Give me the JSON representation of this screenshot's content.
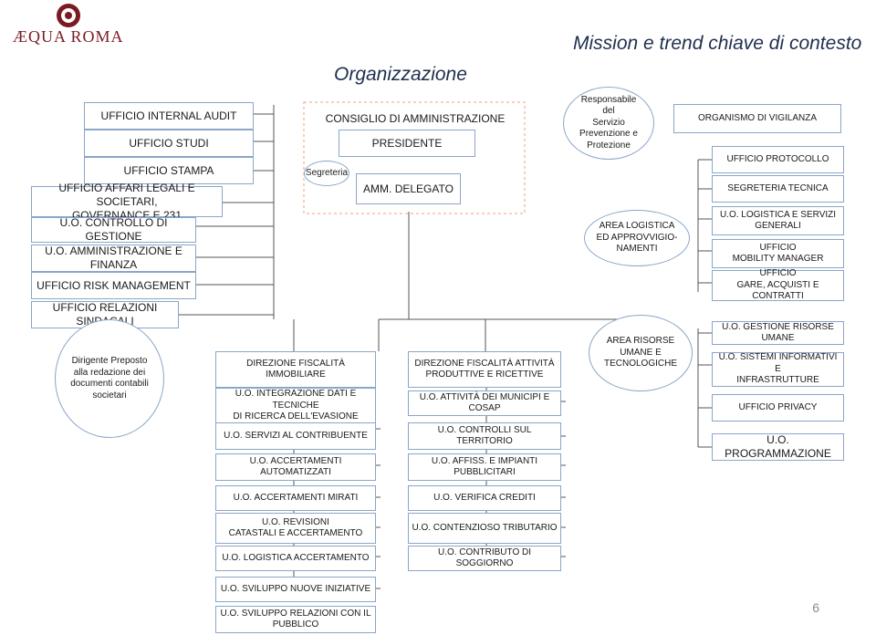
{
  "logo": {
    "text": "ÆQUA ROMA",
    "mark": "rose-emblem",
    "color": "#7a1a22"
  },
  "titles": {
    "main": "Mission e trend chiave di contesto",
    "org": "Organizzazione"
  },
  "left": {
    "audit": "UFFICIO INTERNAL AUDIT",
    "studi": "UFFICIO STUDI",
    "stampa": "UFFICIO STAMPA",
    "affari": "UFFICIO AFFARI LEGALI E SOCIETARI,\nGOVERNANCE E 231",
    "controllo": "U.O. CONTROLLO DI GESTIONE",
    "amministrazione": "U.O. AMMINISTRAZIONE E FINANZA",
    "risk": "UFFICIO RISK MANAGEMENT",
    "relazioni": "UFFICIO RELAZIONI SINDACALI"
  },
  "center": {
    "consiglio": "CONSIGLIO DI AMMINISTRAZIONE",
    "presidente": "PRESIDENTE",
    "segreteria": "Segreteria",
    "amm_delegato": "AMM. DELEGATO",
    "responsabile": "Responsabile\ndel\nServizio\nPrevenzione e\nProtezione",
    "area_logistica": "AREA LOGISTICA\nED APPROVVIGIO-\nNAMENTI",
    "area_risorse": "AREA RISORSE\nUMANE E\nTECNOLOGICHE",
    "dirigente": "Dirigente Preposto\nalla redazione dei\ndocumenti contabili\nsocietari"
  },
  "right": {
    "vigilanza": "ORGANISMO DI VIGILANZA",
    "protocollo": "UFFICIO PROTOCOLLO",
    "segreteria_tecnica": "SEGRETERIA TECNICA",
    "logistica_servizi": "U.O. LOGISTICA E SERVIZI\nGENERALI",
    "mobility": "UFFICIO\nMOBILITY MANAGER",
    "gare": "UFFICIO\nGARE, ACQUISTI E CONTRATTI",
    "risorse_umane": "U.O. GESTIONE RISORSE UMANE",
    "sistemi": "U.O. SISTEMI INFORMATIVI E\nINFRASTRUTTURE",
    "privacy": "UFFICIO PRIVACY",
    "programmazione": "U.O. PROGRAMMAZIONE"
  },
  "fiscalita": {
    "immobiliare": "DIREZIONE FISCALITÀ IMMOBILIARE",
    "integrazione": "U.O. INTEGRAZIONE DATI E TECNICHE\nDI RICERCA DELL'EVASIONE",
    "servizi_contribuente": "U.O. SERVIZI AL CONTRIBUENTE",
    "accertamenti_auto": "U.O. ACCERTAMENTI AUTOMATIZZATI",
    "accertamenti_mirati": "U.O. ACCERTAMENTI MIRATI",
    "revisioni": "U.O. REVISIONI\nCATASTALI E ACCERTAMENTO",
    "logistica_acc": "U.O. LOGISTICA ACCERTAMENTO",
    "sviluppo": "U.O. SVILUPPO NUOVE INIZIATIVE",
    "relazioni_pubblico": "U.O. SVILUPPO RELAZIONI CON IL\nPUBBLICO",
    "produttive": "DIREZIONE FISCALITÀ ATTIVITÀ\nPRODUTTIVE E RICETTIVE",
    "attivita_municipi": "U.O. ATTIVITÀ DEI MUNICIPI E COSAP",
    "controlli": "U.O. CONTROLLI SUL TERRITORIO",
    "affiss": "U.O. AFFISS. E IMPIANTI PUBBLICITARI",
    "verifica": "U.O. VERIFICA CREDITI",
    "contenzioso": "U.O. CONTENZIOSO TRIBUTARIO",
    "contributo": "U.O. CONTRIBUTO DI SOGGIORNO"
  },
  "page_number": "6",
  "colors": {
    "box_border": "#8aa6c8",
    "connector": "#555555",
    "dashed": "#f0a078",
    "title": "#1f2f4f"
  }
}
